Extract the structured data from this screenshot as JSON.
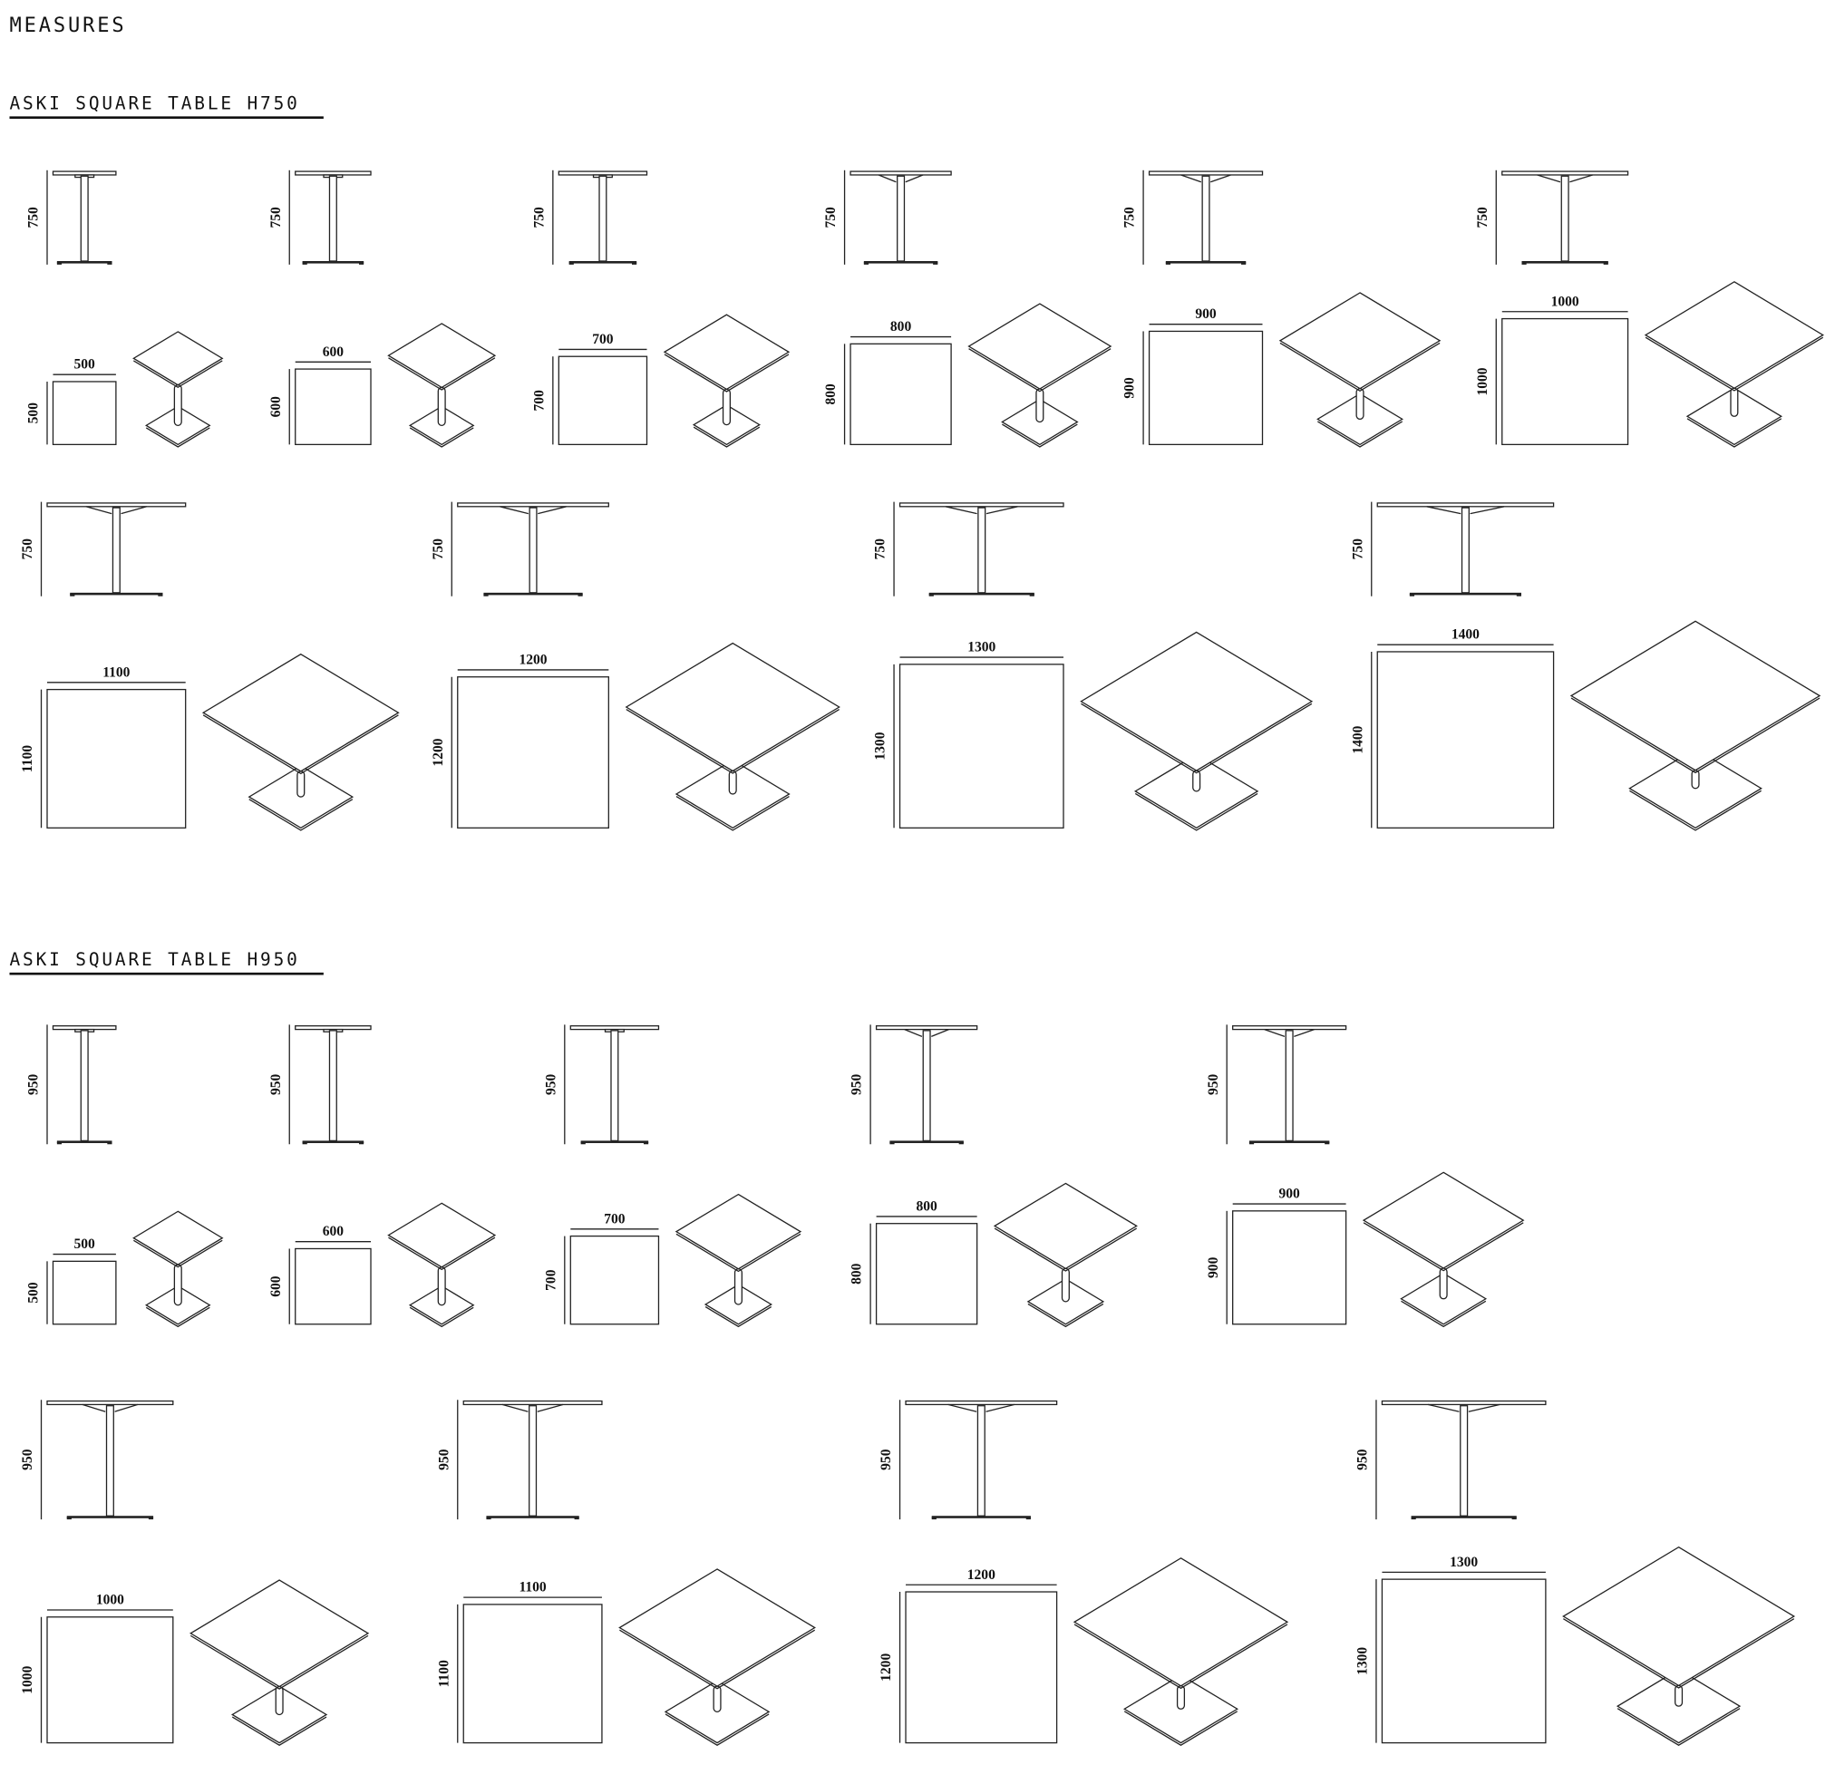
{
  "title": "MEASURES",
  "sections": [
    {
      "title": "ASKI SQUARE TABLE H750",
      "height": "750",
      "rows": [
        [
          "500",
          "600",
          "700",
          "800",
          "900",
          "1000"
        ],
        [
          "1100",
          "1200",
          "1300",
          "1400"
        ]
      ]
    },
    {
      "title": "ASKI SQUARE TABLE H950",
      "height": "950",
      "rows": [
        [
          "500",
          "600",
          "700",
          "800",
          "900"
        ],
        [
          "1000",
          "1100",
          "1200",
          "1300"
        ]
      ]
    }
  ]
}
